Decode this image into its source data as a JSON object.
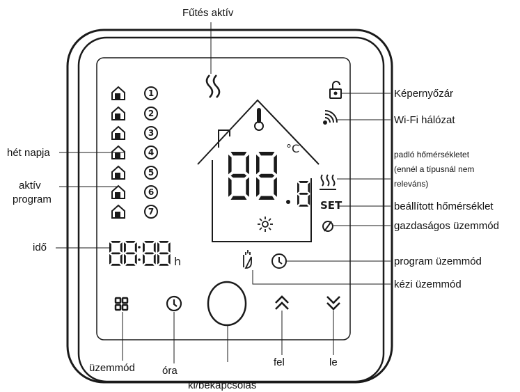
{
  "labels": {
    "heating_active": "Fűtés aktív",
    "screen_lock": "Képernyőzár",
    "wifi": "Wi-Fi hálózat",
    "weekday": "hét napja",
    "active_program_line1": "aktív",
    "active_program_line2": "program",
    "floor_temp_line1": "padló hőmérsékletet",
    "floor_temp_line2": "(ennél a típusnál nem",
    "floor_temp_line3": "releváns)",
    "set_temp": "beállított hőmérséklet",
    "eco_mode": "gazdaságos üzemmód",
    "time": "idő",
    "program_mode": "program üzemmód",
    "manual_mode": "kézi üzemmód",
    "mode": "üzemmód",
    "clock": "óra",
    "up": "fel",
    "down": "le",
    "power": "ki/bekapcsolás"
  },
  "display": {
    "days": [
      "1",
      "2",
      "3",
      "4",
      "5",
      "6",
      "7"
    ],
    "temp_unit": "°C",
    "time_unit": "h",
    "set_text": "SET"
  },
  "colors": {
    "stroke": "#1a1a1a",
    "background": "#ffffff"
  }
}
